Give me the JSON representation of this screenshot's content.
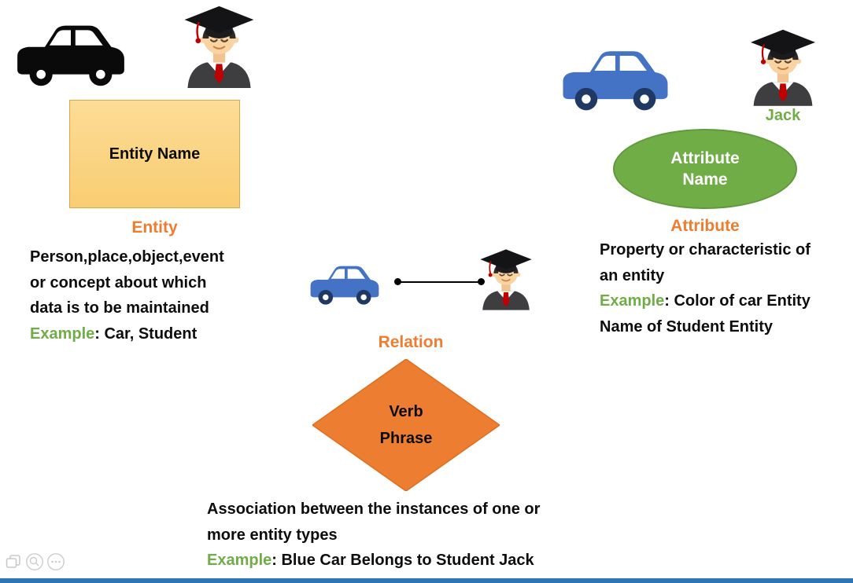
{
  "entity": {
    "shape_text": "Entity Name",
    "label": "Entity",
    "desc_lines": [
      "Person,place,object,event",
      "or concept about which",
      "data is to be maintained"
    ],
    "example_label": "Example",
    "example_rest": ": Car, Student"
  },
  "attribute": {
    "student_name": "Jack",
    "shape_lines": [
      "Attribute",
      "Name"
    ],
    "label": "Attribute",
    "desc_lines": [
      "Property or characteristic of",
      "an entity"
    ],
    "example_label": "Example",
    "example_rest": ": Color of car Entity",
    "example_line2": "Name of Student Entity"
  },
  "relation": {
    "label": "Relation",
    "shape_lines": [
      "Verb",
      "Phrase"
    ],
    "desc_lines": [
      "Association between the instances of one or",
      "more entity types"
    ],
    "example_label": "Example",
    "example_rest": ": Blue Car Belongs to Student Jack"
  },
  "colors": {
    "entity_fill": "#FBD381",
    "entity_border": "#D9A84E",
    "accent_orange": "#ED7D31",
    "green": "#70AD47",
    "attribute_fill": "#70AD47",
    "diamond_fill": "#ED7D31",
    "car_blue": "#4472C4",
    "car_black": "#0A0A0A",
    "bottom_bar_blue": "#2E75B6",
    "text_black": "#0D0D0D"
  },
  "icons": {
    "top_left": [
      "car-icon",
      "graduate-student-icon"
    ],
    "top_right": [
      "car-icon",
      "graduate-student-icon"
    ],
    "relation_row": [
      "car-icon",
      "graduate-student-icon"
    ],
    "viewer_controls": [
      "pages-icon",
      "zoom-icon",
      "more-icon"
    ]
  }
}
